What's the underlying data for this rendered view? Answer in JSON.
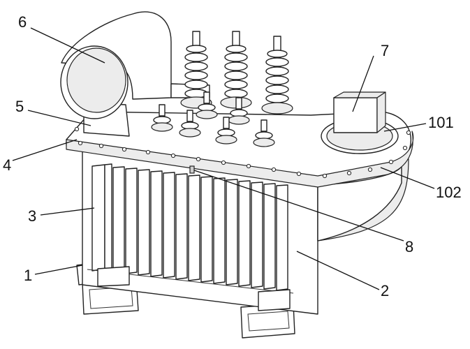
{
  "labels": {
    "l6": "6",
    "l5": "5",
    "l4": "4",
    "l3": "3",
    "l1": "1",
    "l7": "7",
    "l101": "101",
    "l102": "102",
    "l8": "8",
    "l2": "2"
  }
}
